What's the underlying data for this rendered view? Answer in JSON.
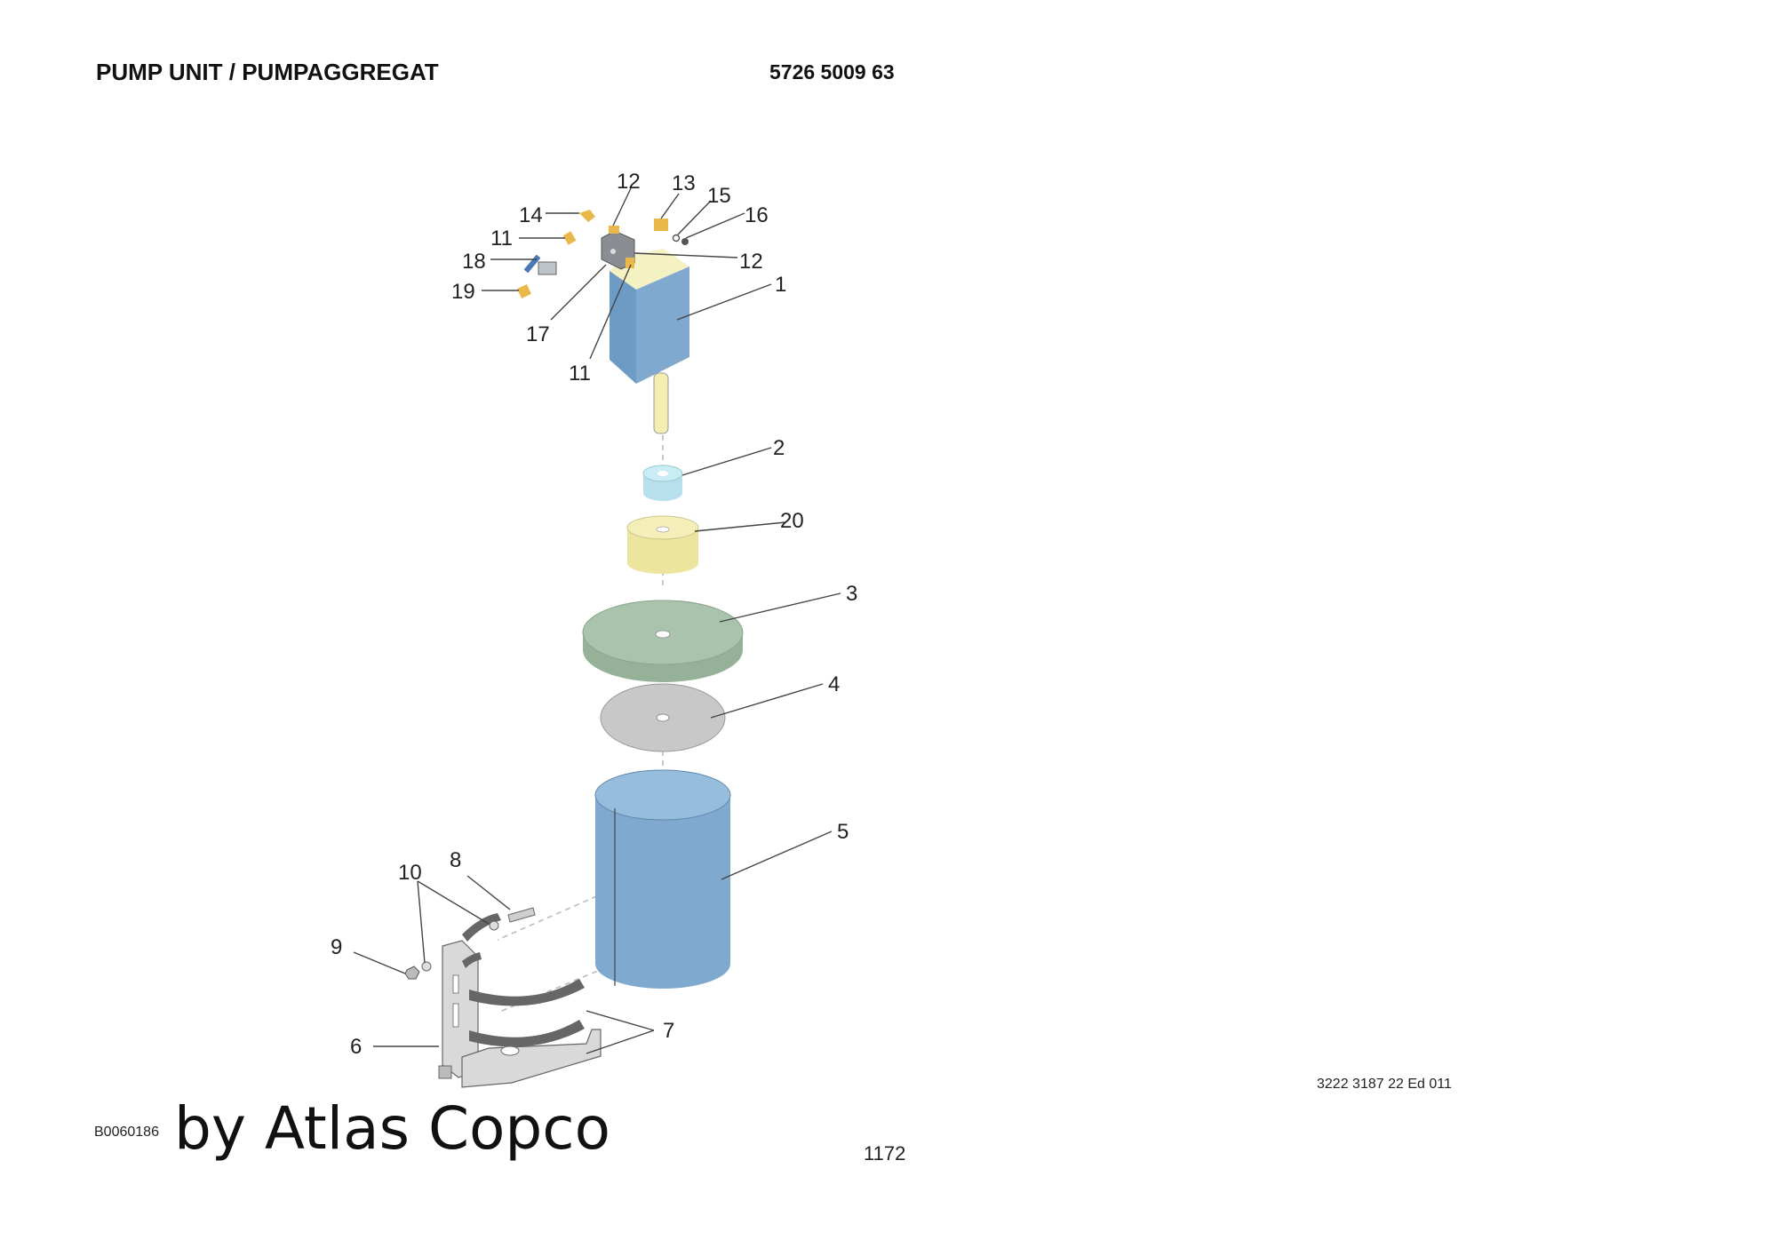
{
  "header": {
    "title": "PUMP UNIT / PUMPAGGREGAT",
    "part_number": "5726 5009 63"
  },
  "diagram": {
    "callouts": {
      "c1": "1",
      "c2": "2",
      "c3": "3",
      "c4": "4",
      "c5": "5",
      "c6": "6",
      "c7": "7",
      "c8": "8",
      "c9": "9",
      "c10": "10",
      "c11a": "11",
      "c11b": "11",
      "c12a": "12",
      "c12b": "12",
      "c13": "13",
      "c14": "14",
      "c15": "15",
      "c16": "16",
      "c17": "17",
      "c18": "18",
      "c19": "19",
      "c20": "20"
    },
    "colors": {
      "pump_body": "#7fa9cf",
      "pump_top": "#f4f1c2",
      "shaft": "#f4efb0",
      "nut": "#c9ecf5",
      "foam_filter": "#f2eda9",
      "lid": "#a9c3ac",
      "plate": "#c8c8c8",
      "reservoir": "#7fa9cf",
      "bracket": "#d9d9d9",
      "fittings": "#e8b84a"
    }
  },
  "footer": {
    "doc_ref": "3222 3187 22 Ed 011",
    "image_code": "B0060186",
    "brand": "by Atlas Copco",
    "page_number": "1172"
  }
}
